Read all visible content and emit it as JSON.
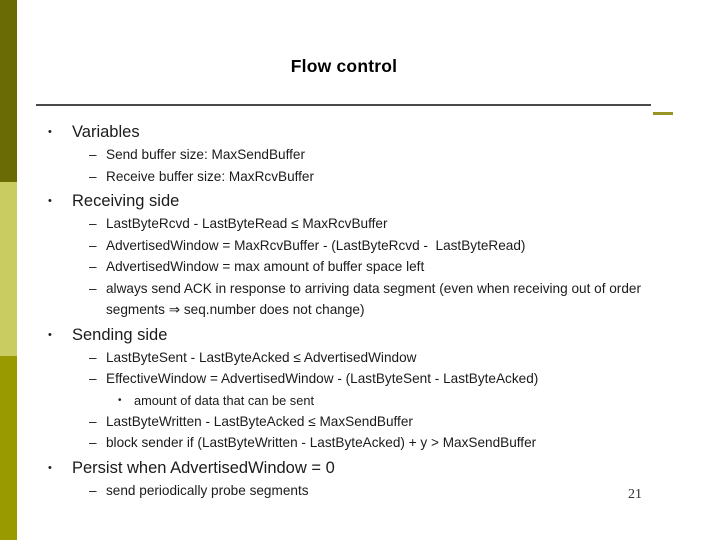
{
  "slide": {
    "title": "Flow control",
    "page_number": "21",
    "accent_colors": {
      "band_top": "#6b6b05",
      "band_middle": "#c9cc61",
      "band_bottom": "#999900",
      "rule": "#4a4a4a",
      "accent_dash": "#9a9427"
    },
    "markers": {
      "level1": "•",
      "level2": "–",
      "level3": "•"
    },
    "bullets": [
      {
        "level": 1,
        "text": "Variables"
      },
      {
        "level": 2,
        "text": "Send buffer size: MaxSendBuffer"
      },
      {
        "level": 2,
        "text": "Receive buffer size: MaxRcvBuffer"
      },
      {
        "level": 1,
        "text": "Receiving side"
      },
      {
        "level": 2,
        "text": "LastByteRcvd - LastByteRead ≤ MaxRcvBuffer"
      },
      {
        "level": 2,
        "text": "AdvertisedWindow = MaxRcvBuffer - (LastByteRcvd -  LastByteRead)"
      },
      {
        "level": 2,
        "text": "AdvertisedWindow = max amount of buffer space left"
      },
      {
        "level": 2,
        "text": "always send ACK in response to arriving data segment (even when receiving out of order segments ⇒ seq.number does not change)"
      },
      {
        "level": 1,
        "text": "Sending side"
      },
      {
        "level": 2,
        "text": "LastByteSent - LastByteAcked ≤ AdvertisedWindow"
      },
      {
        "level": 2,
        "text": "EffectiveWindow = AdvertisedWindow - (LastByteSent - LastByteAcked)"
      },
      {
        "level": 3,
        "text": "amount of data that can be sent"
      },
      {
        "level": 2,
        "text": "LastByteWritten - LastByteAcked ≤ MaxSendBuffer"
      },
      {
        "level": 2,
        "text": "block sender if (LastByteWritten - LastByteAcked) + y > MaxSendBuffer"
      },
      {
        "level": 1,
        "text": "Persist when AdvertisedWindow = 0"
      },
      {
        "level": 2,
        "text": "send periodically probe segments"
      }
    ]
  }
}
